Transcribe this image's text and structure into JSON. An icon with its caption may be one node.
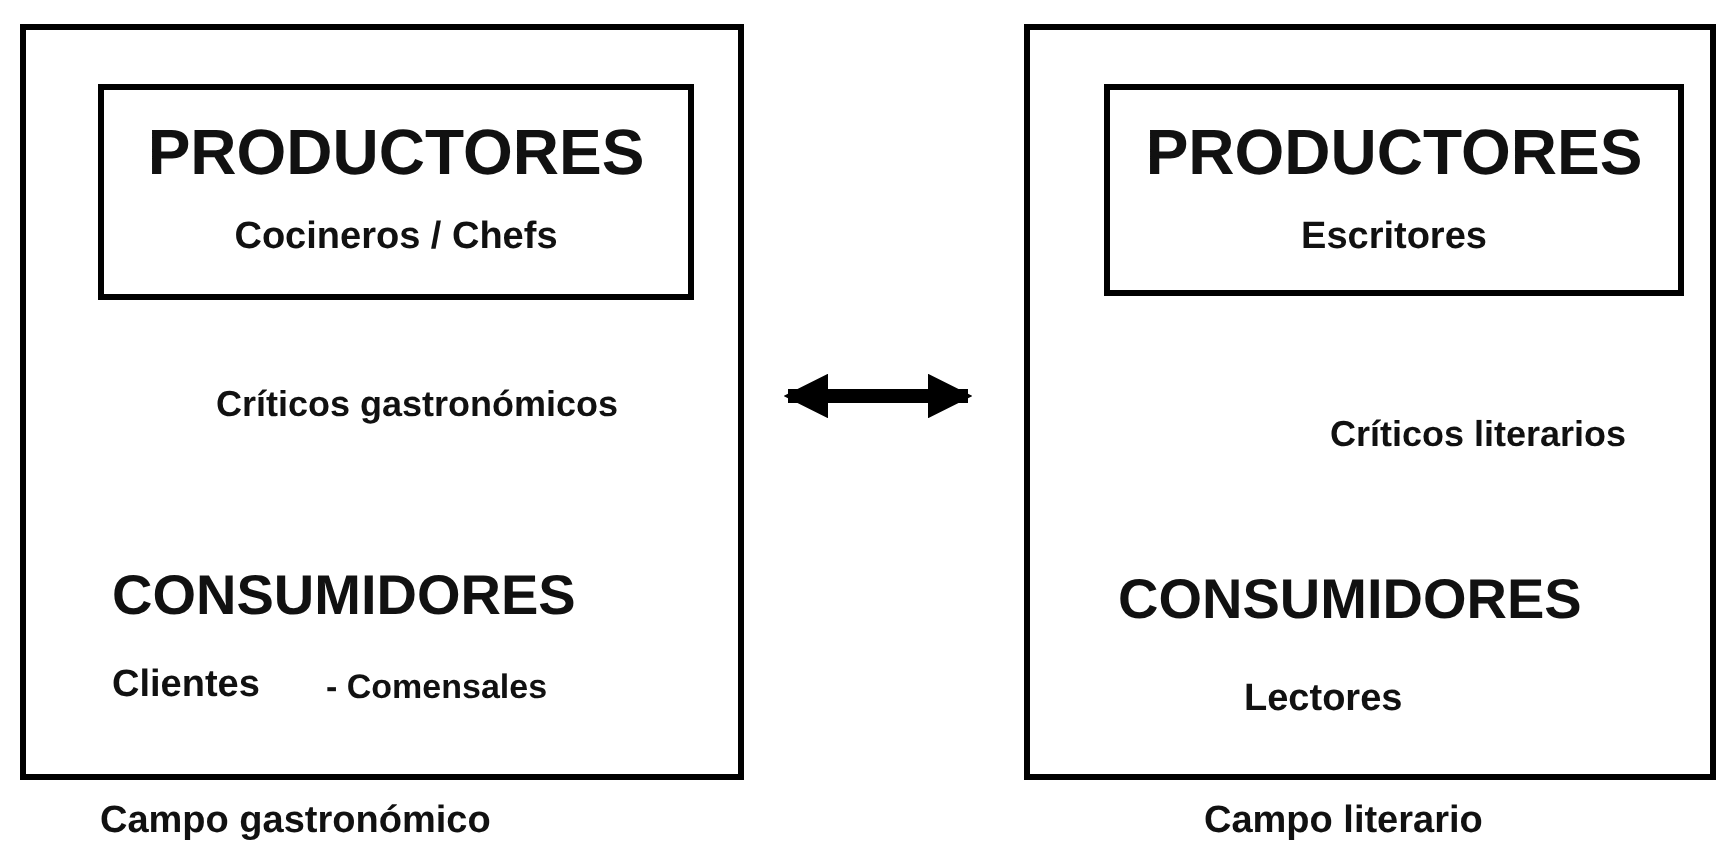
{
  "diagram": {
    "nodes": [
      {
        "text": [
          "Críticos gastronómicos",
          "CONSUMIDORES",
          "Clientes",
          "- Comensales"
        ],
        "beside": [
          "Campo gastronómico"
        ]
      },
      {
        "text": [
          "PRODUCTORES",
          "Cocineros / Chefs"
        ],
        "in": 0
      },
      {
        "text": [
          "Críticos literarios",
          "CONSUMIDORES",
          "Lectores"
        ],
        "beside": [
          "Campo literario"
        ]
      },
      {
        "text": [
          "PRODUCTORES",
          "Escritores"
        ],
        "in": 2
      }
    ],
    "edges": [
      {
        "from": 0,
        "to": 2,
        "arrow": "both"
      }
    ]
  }
}
